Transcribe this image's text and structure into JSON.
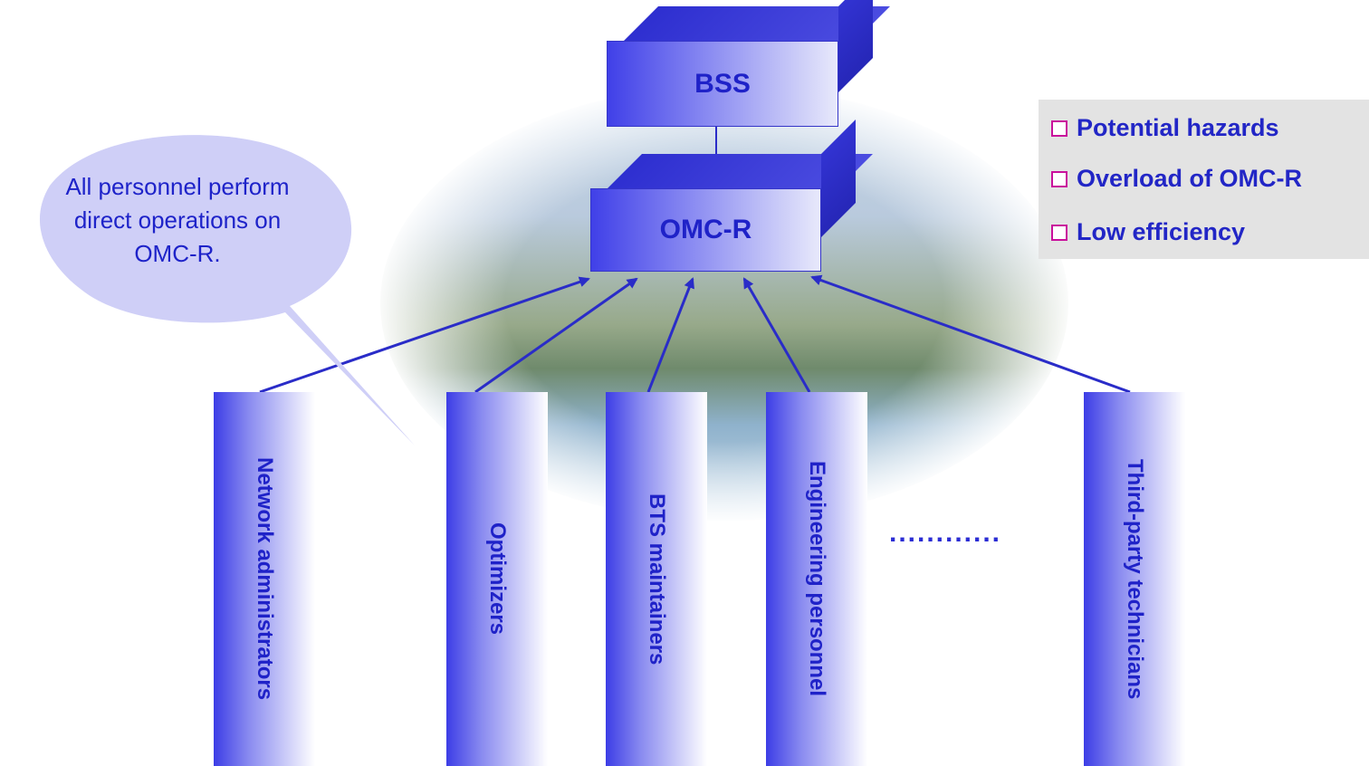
{
  "top_box": {
    "label": "BSS"
  },
  "omc_box": {
    "label": "OMC-R"
  },
  "callout": {
    "text": "All personnel perform direct operations on OMC-R."
  },
  "hazards": [
    "Potential hazards",
    "Overload of OMC-R",
    "Low efficiency"
  ],
  "roles": [
    "Network administrators",
    "Optimizers",
    "BTS maintainers",
    "Engineering personnel",
    "Third-party technicians"
  ],
  "ellipsis": "............",
  "colors": {
    "accent": "#2a2cd4",
    "checkbox": "#c9109c",
    "panel": "#e3e3e3"
  }
}
